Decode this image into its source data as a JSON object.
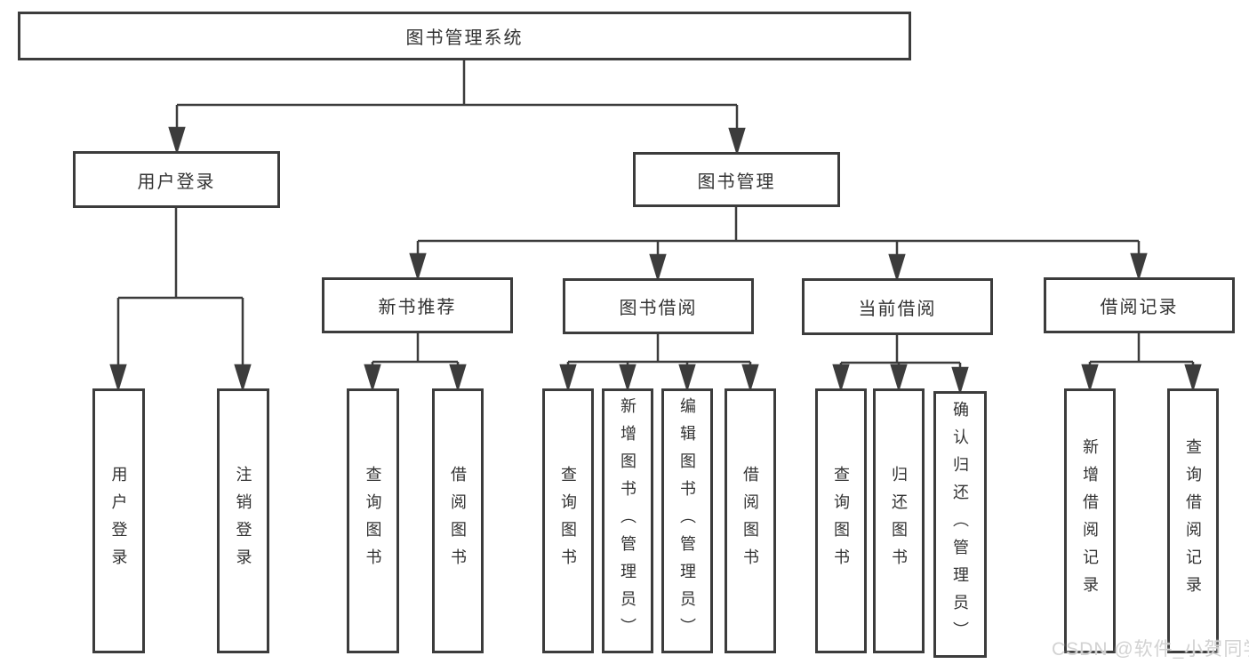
{
  "diagram": {
    "root": {
      "label": "图书管理系统"
    },
    "level2": [
      {
        "label": "用户登录"
      },
      {
        "label": "图书管理"
      }
    ],
    "level3": [
      {
        "label": "新书推荐"
      },
      {
        "label": "图书借阅"
      },
      {
        "label": "当前借阅"
      },
      {
        "label": "借阅记录"
      }
    ],
    "leaves": {
      "user_login": [
        "用户登录",
        "注销登录"
      ],
      "new_book": [
        "查询图书",
        "借阅图书"
      ],
      "book_borrow": [
        "查询图书",
        "新增图书（管理员）",
        "编辑图书（管理员）",
        "借阅图书"
      ],
      "current_borrow": [
        "查询图书",
        "归还图书",
        "确认归还（管理员）"
      ],
      "borrow_record": [
        "新增借阅记录",
        "查询借阅记录"
      ]
    }
  },
  "watermark": "CSDN @软件_小贺同学",
  "colors": {
    "line": "#3c3c3c",
    "text": "#333333",
    "background": "#ffffff",
    "watermark": "#d2d2d2"
  }
}
